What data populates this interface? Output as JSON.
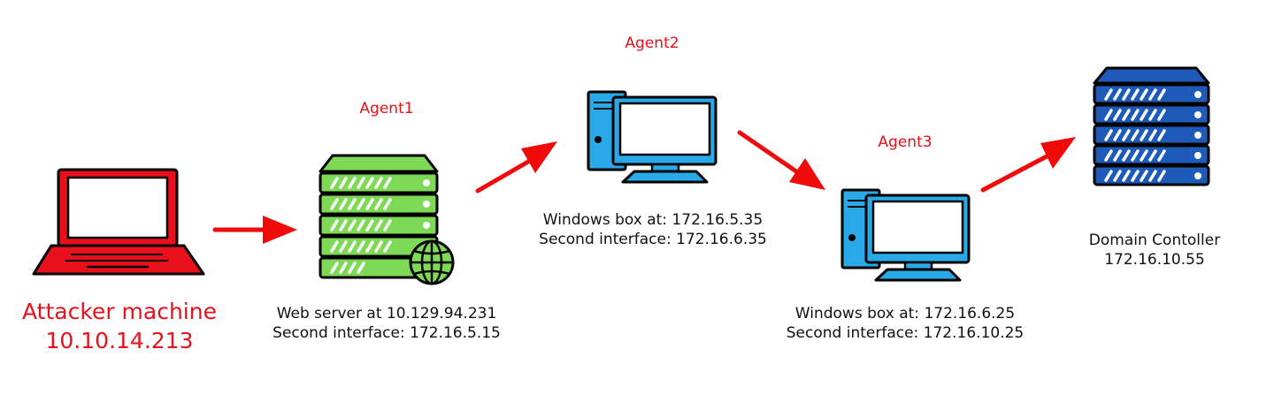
{
  "colors": {
    "attacker_red": "#e8111b",
    "webserver_green": "#7ed957",
    "workstation_blue": "#29a9e8",
    "dc_blue": "#1e5bb8",
    "arrow_red": "#f00a0a",
    "outline": "#000000"
  },
  "nodes": {
    "attacker": {
      "icon": "laptop-icon",
      "line1": "Attacker machine",
      "line2": "10.10.14.213"
    },
    "web_server": {
      "icon": "server-globe-icon",
      "agent": "Agent1",
      "line1": "Web server at 10.129.94.231",
      "line2": "Second interface: 172.16.5.15"
    },
    "windows_box_1": {
      "icon": "desktop-icon",
      "agent": "Agent2",
      "line1": "Windows box at: 172.16.5.35",
      "line2": "Second interface: 172.16.6.35"
    },
    "windows_box_2": {
      "icon": "desktop-icon",
      "agent": "Agent3",
      "line1": "Windows box at: 172.16.6.25",
      "line2": "Second interface: 172.16.10.25"
    },
    "domain_controller": {
      "icon": "server-rack-icon",
      "line1": "Domain Contoller",
      "line2": "172.16.10.55"
    }
  },
  "edges": [
    {
      "from": "attacker",
      "to": "web_server"
    },
    {
      "from": "web_server",
      "to": "windows_box_1"
    },
    {
      "from": "windows_box_1",
      "to": "windows_box_2"
    },
    {
      "from": "windows_box_2",
      "to": "domain_controller"
    }
  ]
}
